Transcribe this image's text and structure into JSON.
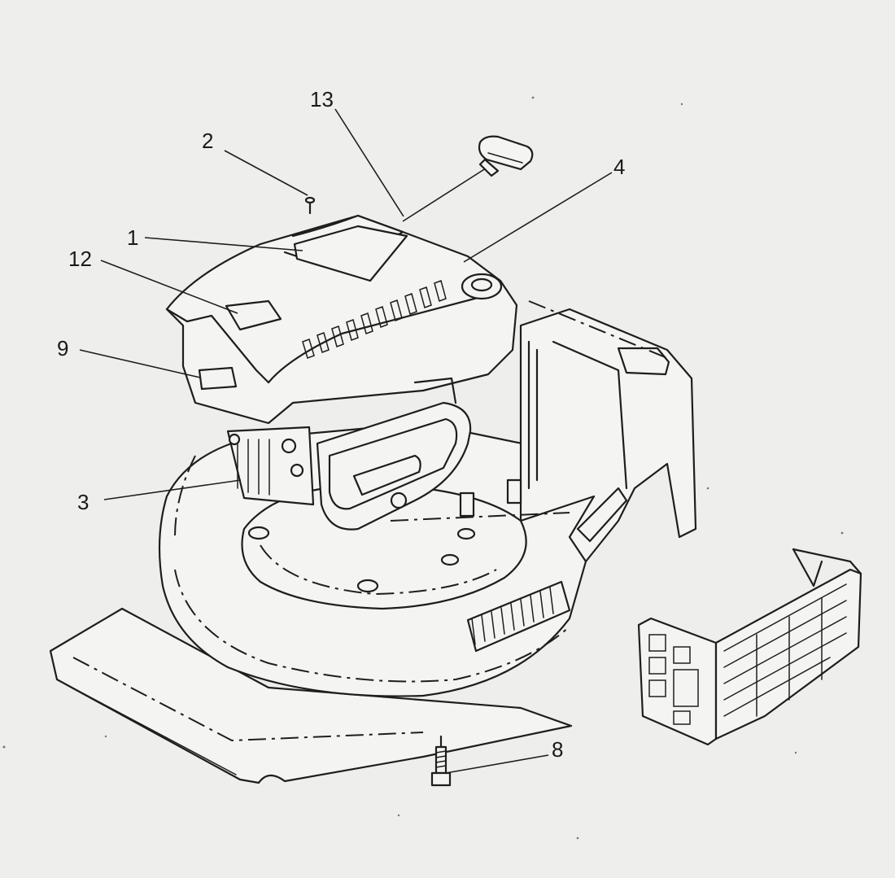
{
  "callouts": {
    "c1": "1",
    "c2": "2",
    "c3": "3",
    "c4": "4",
    "c8": "8",
    "c9": "9",
    "c12": "12",
    "c13": "13"
  }
}
